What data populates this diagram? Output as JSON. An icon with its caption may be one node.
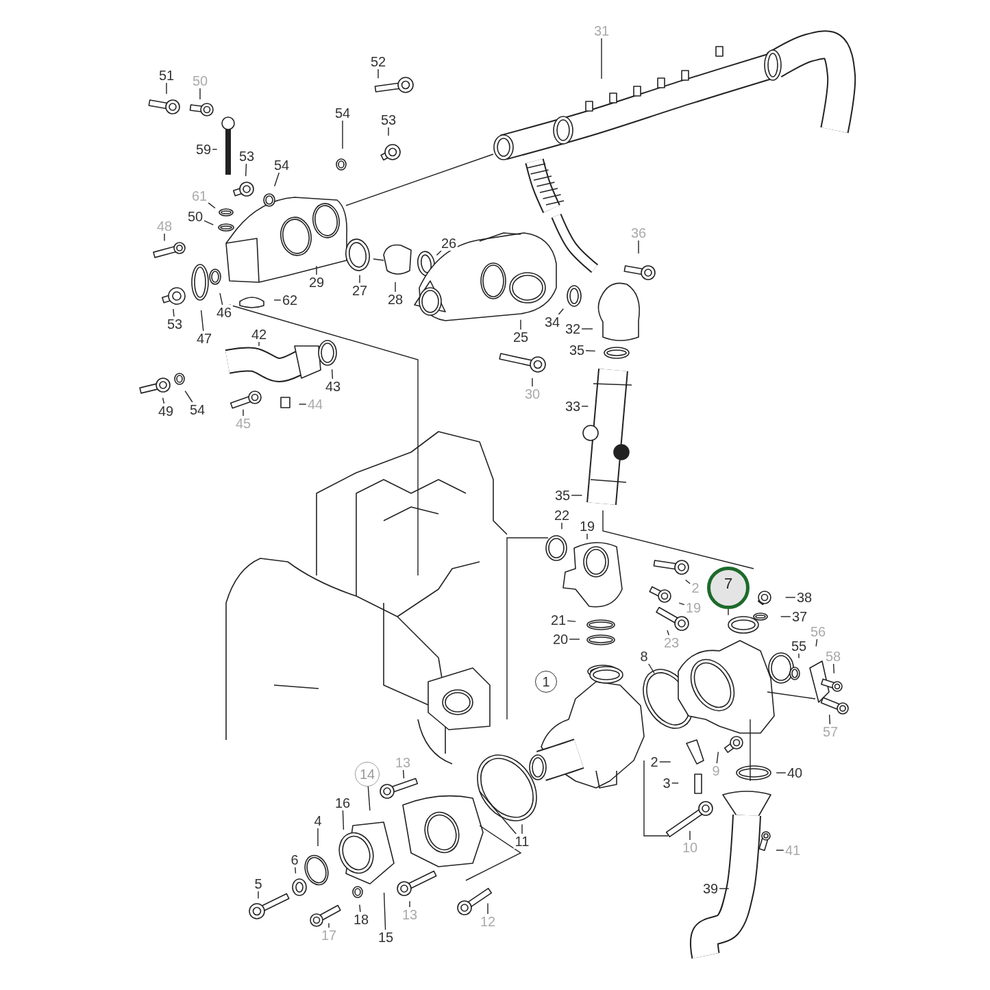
{
  "diagram": {
    "nodes": [
      {
        "text": [
          "31"
        ]
      },
      {
        "text": [
          "52"
        ]
      },
      {
        "text": [
          "51"
        ]
      },
      {
        "text": [
          "50"
        ]
      },
      {
        "text": [
          "54"
        ]
      },
      {
        "text": [
          "53"
        ]
      },
      {
        "text": [
          "59"
        ]
      },
      {
        "text": [
          "53"
        ]
      },
      {
        "text": [
          "54"
        ]
      },
      {
        "text": [
          "61"
        ]
      },
      {
        "text": [
          "50"
        ]
      },
      {
        "text": [
          "48"
        ]
      },
      {
        "text": [
          "36"
        ]
      },
      {
        "text": [
          "26"
        ]
      },
      {
        "text": [
          "29"
        ]
      },
      {
        "text": [
          "27"
        ]
      },
      {
        "text": [
          "28"
        ]
      },
      {
        "text": [
          "62"
        ]
      },
      {
        "text": [
          "46"
        ]
      },
      {
        "text": [
          "34"
        ]
      },
      {
        "text": [
          "53"
        ]
      },
      {
        "text": [
          "32"
        ]
      },
      {
        "text": [
          "25"
        ]
      },
      {
        "text": [
          "47"
        ]
      },
      {
        "text": [
          "42"
        ]
      },
      {
        "text": [
          "35"
        ]
      },
      {
        "text": [
          "43"
        ]
      },
      {
        "text": [
          "30"
        ]
      },
      {
        "text": [
          "44"
        ]
      },
      {
        "text": [
          "33"
        ]
      },
      {
        "text": [
          "49"
        ]
      },
      {
        "text": [
          "54"
        ]
      },
      {
        "text": [
          "45"
        ]
      },
      {
        "text": [
          "35"
        ]
      },
      {
        "text": [
          "22"
        ]
      },
      {
        "text": [
          "19"
        ]
      },
      {
        "text": [
          "7"
        ]
      },
      {
        "text": [
          "2"
        ]
      },
      {
        "text": [
          "19"
        ]
      },
      {
        "text": [
          "38"
        ]
      },
      {
        "text": [
          "37"
        ]
      },
      {
        "text": [
          "21"
        ]
      },
      {
        "text": [
          "20"
        ]
      },
      {
        "text": [
          "23"
        ]
      },
      {
        "text": [
          "8"
        ]
      },
      {
        "text": [
          "56"
        ]
      },
      {
        "text": [
          "55"
        ]
      },
      {
        "text": [
          "58"
        ]
      },
      {
        "text": [
          "1"
        ]
      },
      {
        "text": [
          "57"
        ]
      },
      {
        "text": [
          "2"
        ]
      },
      {
        "text": [
          "9"
        ]
      },
      {
        "text": [
          "40"
        ]
      },
      {
        "text": [
          "3"
        ]
      },
      {
        "text": [
          "13"
        ]
      },
      {
        "text": [
          "14"
        ]
      },
      {
        "text": [
          "16"
        ]
      },
      {
        "text": [
          "4"
        ]
      },
      {
        "text": [
          "11"
        ]
      },
      {
        "text": [
          "10"
        ]
      },
      {
        "text": [
          "41"
        ]
      },
      {
        "text": [
          "6"
        ]
      },
      {
        "text": [
          "5"
        ]
      },
      {
        "text": [
          "39"
        ]
      },
      {
        "text": [
          "13"
        ]
      },
      {
        "text": [
          "12"
        ]
      },
      {
        "text": [
          "18"
        ]
      },
      {
        "text": [
          "17"
        ]
      },
      {
        "text": [
          "15"
        ]
      }
    ],
    "edges": [
      {
        "from": 0,
        "to": null,
        "arrow": "none"
      },
      {
        "from": 1,
        "to": null,
        "arrow": "none"
      },
      {
        "from": 2,
        "to": null,
        "arrow": "none"
      },
      {
        "from": 3,
        "to": null,
        "arrow": "none"
      },
      {
        "from": 4,
        "to": null,
        "arrow": "none"
      },
      {
        "from": 5,
        "to": null,
        "arrow": "none"
      },
      {
        "from": 6,
        "to": null,
        "arrow": "none"
      },
      {
        "from": 7,
        "to": null,
        "arrow": "none"
      },
      {
        "from": 8,
        "to": null,
        "arrow": "none"
      },
      {
        "from": 9,
        "to": null,
        "arrow": "none"
      },
      {
        "from": 10,
        "to": null,
        "arrow": "none"
      },
      {
        "from": 11,
        "to": null,
        "arrow": "none"
      },
      {
        "from": 12,
        "to": null,
        "arrow": "none"
      },
      {
        "from": 13,
        "to": null,
        "arrow": "none"
      },
      {
        "from": 14,
        "to": null,
        "arrow": "none"
      },
      {
        "from": 15,
        "to": null,
        "arrow": "none"
      },
      {
        "from": 16,
        "to": null,
        "arrow": "none"
      },
      {
        "from": 17,
        "to": null,
        "arrow": "none"
      },
      {
        "from": 18,
        "to": null,
        "arrow": "none"
      },
      {
        "from": 19,
        "to": null,
        "arrow": "none"
      },
      {
        "from": 20,
        "to": null,
        "arrow": "none"
      },
      {
        "from": 21,
        "to": null,
        "arrow": "none"
      },
      {
        "from": 22,
        "to": null,
        "arrow": "none"
      },
      {
        "from": 23,
        "to": null,
        "arrow": "none"
      },
      {
        "from": 24,
        "to": null,
        "arrow": "none"
      },
      {
        "from": 25,
        "to": null,
        "arrow": "none"
      },
      {
        "from": 26,
        "to": null,
        "arrow": "none"
      },
      {
        "from": 27,
        "to": null,
        "arrow": "none"
      },
      {
        "from": 28,
        "to": null,
        "arrow": "none"
      },
      {
        "from": 29,
        "to": null,
        "arrow": "none"
      },
      {
        "from": 30,
        "to": null,
        "arrow": "none"
      },
      {
        "from": 31,
        "to": null,
        "arrow": "none"
      },
      {
        "from": 32,
        "to": null,
        "arrow": "none"
      },
      {
        "from": 33,
        "to": null,
        "arrow": "none"
      },
      {
        "from": 34,
        "to": null,
        "arrow": "none"
      },
      {
        "from": 35,
        "to": null,
        "arrow": "none"
      },
      {
        "from": 36,
        "to": null,
        "arrow": "none"
      },
      {
        "from": 37,
        "to": null,
        "arrow": "none"
      },
      {
        "from": 38,
        "to": null,
        "arrow": "none"
      },
      {
        "from": 39,
        "to": null,
        "arrow": "none"
      },
      {
        "from": 40,
        "to": null,
        "arrow": "none"
      },
      {
        "from": 41,
        "to": null,
        "arrow": "none"
      },
      {
        "from": 42,
        "to": null,
        "arrow": "none"
      },
      {
        "from": 43,
        "to": null,
        "arrow": "none"
      },
      {
        "from": 44,
        "to": null,
        "arrow": "none"
      },
      {
        "from": 45,
        "to": null,
        "arrow": "none"
      },
      {
        "from": 46,
        "to": null,
        "arrow": "none"
      },
      {
        "from": 47,
        "to": null,
        "arrow": "none"
      },
      {
        "from": 49,
        "to": null,
        "arrow": "none"
      },
      {
        "from": 50,
        "to": null,
        "arrow": "none"
      },
      {
        "from": 51,
        "to": null,
        "arrow": "none"
      },
      {
        "from": 52,
        "to": null,
        "arrow": "none"
      },
      {
        "from": 53,
        "to": null,
        "arrow": "none"
      },
      {
        "from": 54,
        "to": null,
        "arrow": "none"
      },
      {
        "from": 55,
        "to": null,
        "arrow": "none"
      },
      {
        "from": 56,
        "to": null,
        "arrow": "none"
      },
      {
        "from": 57,
        "to": null,
        "arrow": "none"
      },
      {
        "from": 58,
        "to": null,
        "arrow": "none"
      },
      {
        "from": 59,
        "to": null,
        "arrow": "none"
      },
      {
        "from": 60,
        "to": null,
        "arrow": "none"
      },
      {
        "from": 61,
        "to": null,
        "arrow": "none"
      },
      {
        "from": 62,
        "to": null,
        "arrow": "none"
      },
      {
        "from": 63,
        "to": null,
        "arrow": "none"
      },
      {
        "from": 64,
        "to": null,
        "arrow": "none"
      },
      {
        "from": 65,
        "to": null,
        "arrow": "none"
      },
      {
        "from": 66,
        "to": null,
        "arrow": "none"
      },
      {
        "from": 67,
        "to": null,
        "arrow": "none"
      },
      {
        "from": 68,
        "to": null,
        "arrow": "none"
      }
    ]
  }
}
